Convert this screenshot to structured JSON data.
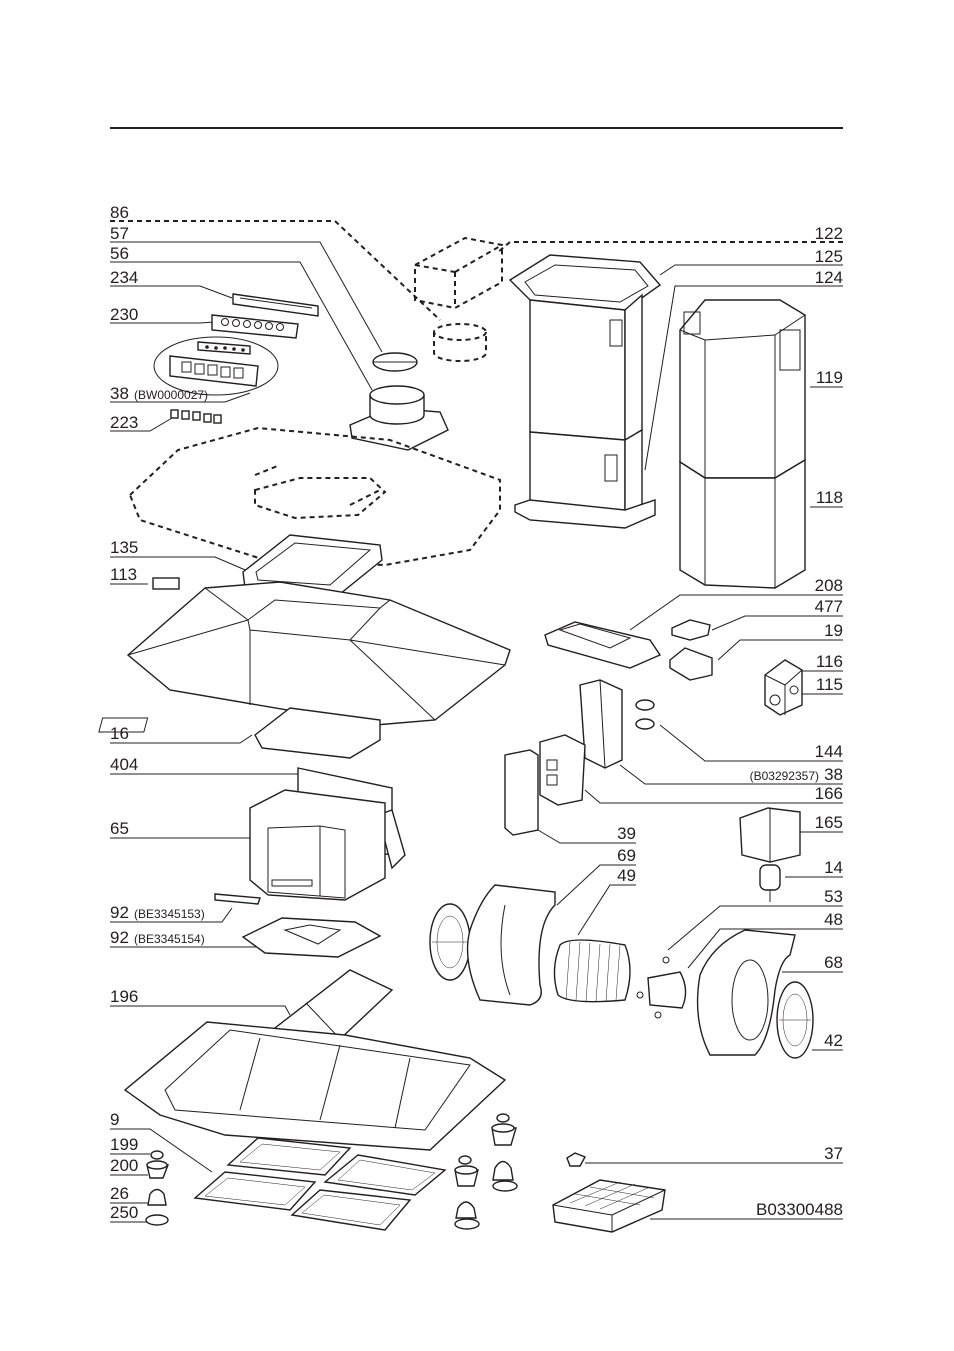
{
  "labels_left": [
    {
      "id": "86",
      "text": "86"
    },
    {
      "id": "57",
      "text": "57"
    },
    {
      "id": "56",
      "text": "56"
    },
    {
      "id": "234",
      "text": "234"
    },
    {
      "id": "230",
      "text": "230"
    },
    {
      "id": "38a",
      "text": "38",
      "sub": "(BW0000027)"
    },
    {
      "id": "223",
      "text": "223"
    },
    {
      "id": "135",
      "text": "135"
    },
    {
      "id": "113",
      "text": "113"
    },
    {
      "id": "16",
      "text": "16"
    },
    {
      "id": "404",
      "text": "404"
    },
    {
      "id": "65",
      "text": "65"
    },
    {
      "id": "92a",
      "text": "92",
      "sub": "(BE3345153)"
    },
    {
      "id": "92b",
      "text": "92",
      "sub": "(BE3345154)"
    },
    {
      "id": "196",
      "text": "196"
    },
    {
      "id": "9",
      "text": "9"
    },
    {
      "id": "199",
      "text": "199"
    },
    {
      "id": "200",
      "text": "200"
    },
    {
      "id": "26",
      "text": "26"
    },
    {
      "id": "250",
      "text": "250"
    }
  ],
  "labels_right": [
    {
      "id": "122",
      "text": "122"
    },
    {
      "id": "125",
      "text": "125"
    },
    {
      "id": "124",
      "text": "124"
    },
    {
      "id": "119",
      "text": "119"
    },
    {
      "id": "118",
      "text": "118"
    },
    {
      "id": "208",
      "text": "208"
    },
    {
      "id": "477",
      "text": "477"
    },
    {
      "id": "19",
      "text": "19"
    },
    {
      "id": "116",
      "text": "116"
    },
    {
      "id": "115",
      "text": "115"
    },
    {
      "id": "144",
      "text": "144"
    },
    {
      "id": "38b",
      "text": "38",
      "sub": "(B03292357)"
    },
    {
      "id": "166",
      "text": "166"
    },
    {
      "id": "165",
      "text": "165"
    },
    {
      "id": "39",
      "text": "39"
    },
    {
      "id": "69",
      "text": "69"
    },
    {
      "id": "49",
      "text": "49"
    },
    {
      "id": "14",
      "text": "14"
    },
    {
      "id": "53",
      "text": "53"
    },
    {
      "id": "48",
      "text": "48"
    },
    {
      "id": "68",
      "text": "68"
    },
    {
      "id": "42",
      "text": "42"
    },
    {
      "id": "37",
      "text": "37"
    },
    {
      "id": "B03300488",
      "text": "B03300488"
    }
  ]
}
